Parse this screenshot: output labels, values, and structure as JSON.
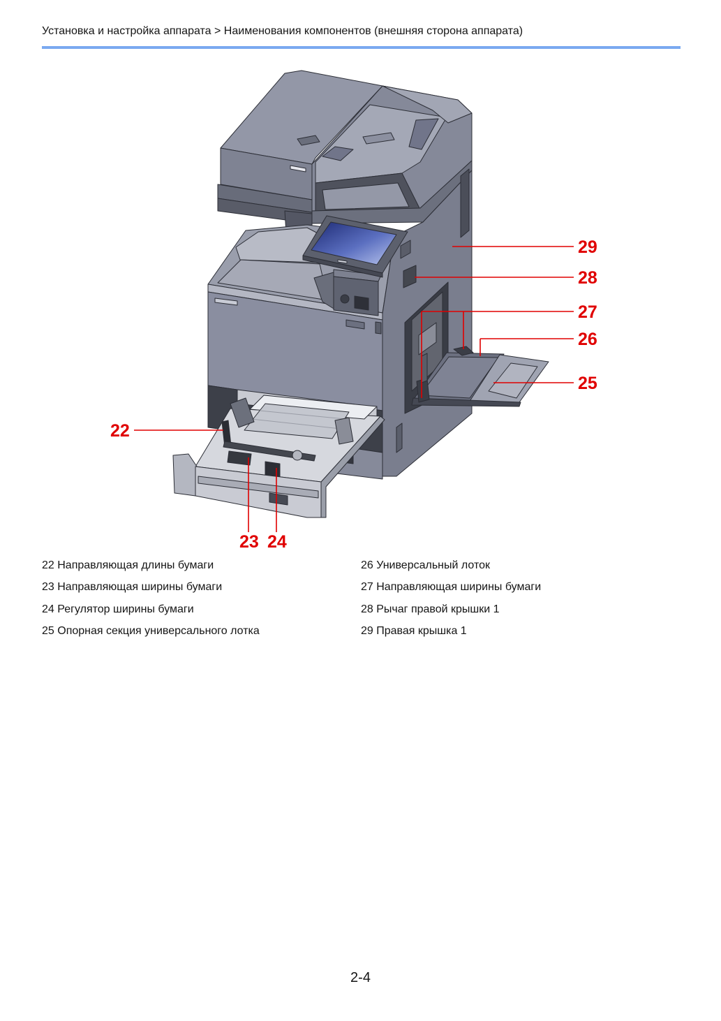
{
  "header": {
    "breadcrumb": "Установка и настройка аппарата > Наименования компонентов (внешняя сторона аппарата)"
  },
  "figure": {
    "callouts": [
      "22",
      "23",
      "24",
      "25",
      "26",
      "27",
      "28",
      "29"
    ]
  },
  "legend": {
    "left": [
      {
        "num": "22",
        "label": "Направляющая длины бумаги"
      },
      {
        "num": "23",
        "label": "Направляющая ширины бумаги"
      },
      {
        "num": "24",
        "label": "Регулятор ширины бумаги"
      },
      {
        "num": "25",
        "label": "Опорная секция универсального лотка"
      }
    ],
    "right": [
      {
        "num": "26",
        "label": "Универсальный лоток"
      },
      {
        "num": "27",
        "label": "Направляющая ширины бумаги"
      },
      {
        "num": "28",
        "label": "Рычаг правой крышки 1"
      },
      {
        "num": "29",
        "label": "Правая крышка 1"
      }
    ]
  },
  "page_number": "2-4",
  "colors": {
    "header_rule": "#7aa9f0",
    "callout": "#e00000",
    "text": "#151515"
  }
}
